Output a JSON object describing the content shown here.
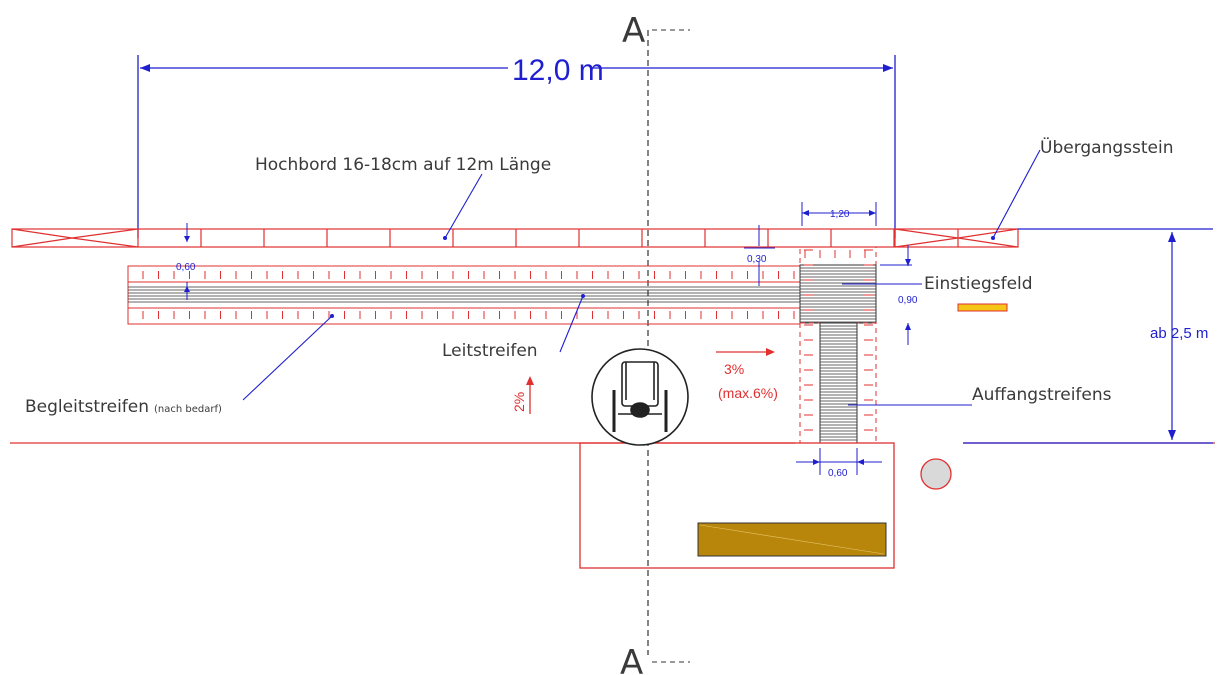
{
  "section": {
    "marker": "A"
  },
  "dimensions": {
    "total_length": "12,0 m",
    "einstieg_width": "1,20",
    "hochbord_offset": "0,30",
    "leit_offset": "0,60",
    "einstieg_depth": "0,90",
    "auffang_width": "0,60",
    "platform_width": "ab 2,5 m"
  },
  "labels": {
    "hochbord": "Hochbord 16-18cm auf 12m Länge",
    "uebergangsstein": "Übergangsstein",
    "einstiegsfeld": "Einstiegsfeld",
    "leitstreifen": "Leitstreifen",
    "auffangstreifen": "Auffangstreifens",
    "begleitstreifen": "Begleitstreifen",
    "begleitstreifen_note": "(nach bedarf)"
  },
  "slopes": {
    "longitudinal": "3%",
    "longitudinal_max": "(max.6%)",
    "cross": "2%"
  },
  "colors": {
    "line_red": "#e03030",
    "dim_blue": "#1f1fd0",
    "bench": "#b8860b",
    "sign": "#f5c518",
    "pole": "#d9d9d9"
  },
  "icons": [
    "wheelchair-icon",
    "pole-icon"
  ]
}
